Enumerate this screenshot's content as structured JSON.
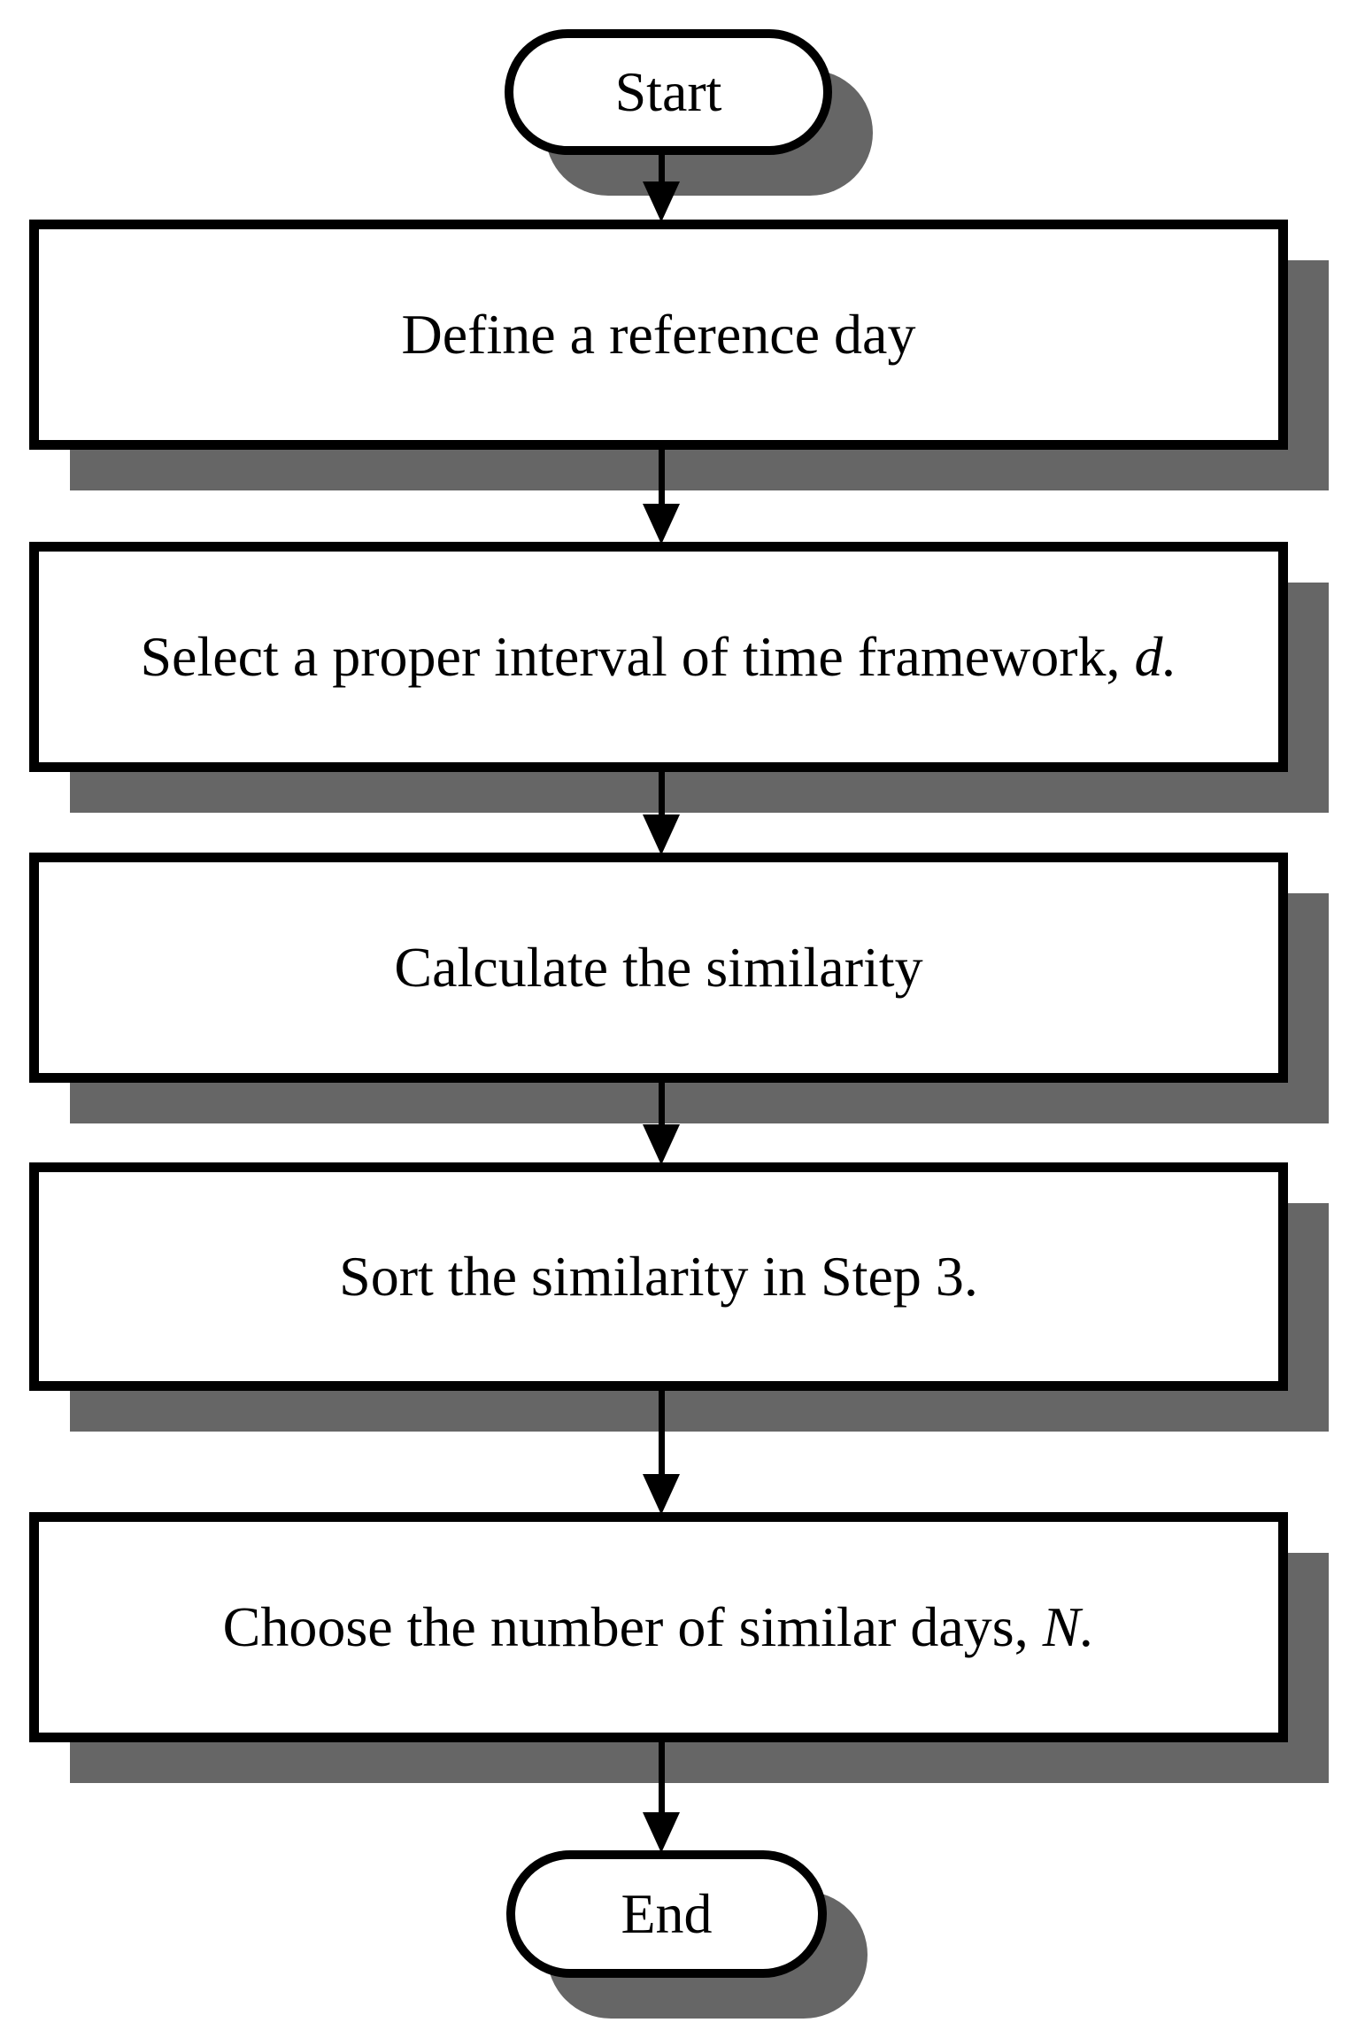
{
  "flowchart": {
    "start_label": "Start",
    "end_label": "End",
    "steps": [
      {
        "text": "Define a reference day",
        "italic": ""
      },
      {
        "text": "Select a proper interval of time framework, ",
        "italic": "d."
      },
      {
        "text": "Calculate the similarity",
        "italic": ""
      },
      {
        "text": "Sort the similarity in Step 3.",
        "italic": ""
      },
      {
        "text": "Choose the number of similar days, ",
        "italic": "N."
      }
    ],
    "colors": {
      "border": "#000000",
      "fill": "#ffffff",
      "shadow": "#666666",
      "text": "#000000"
    }
  }
}
